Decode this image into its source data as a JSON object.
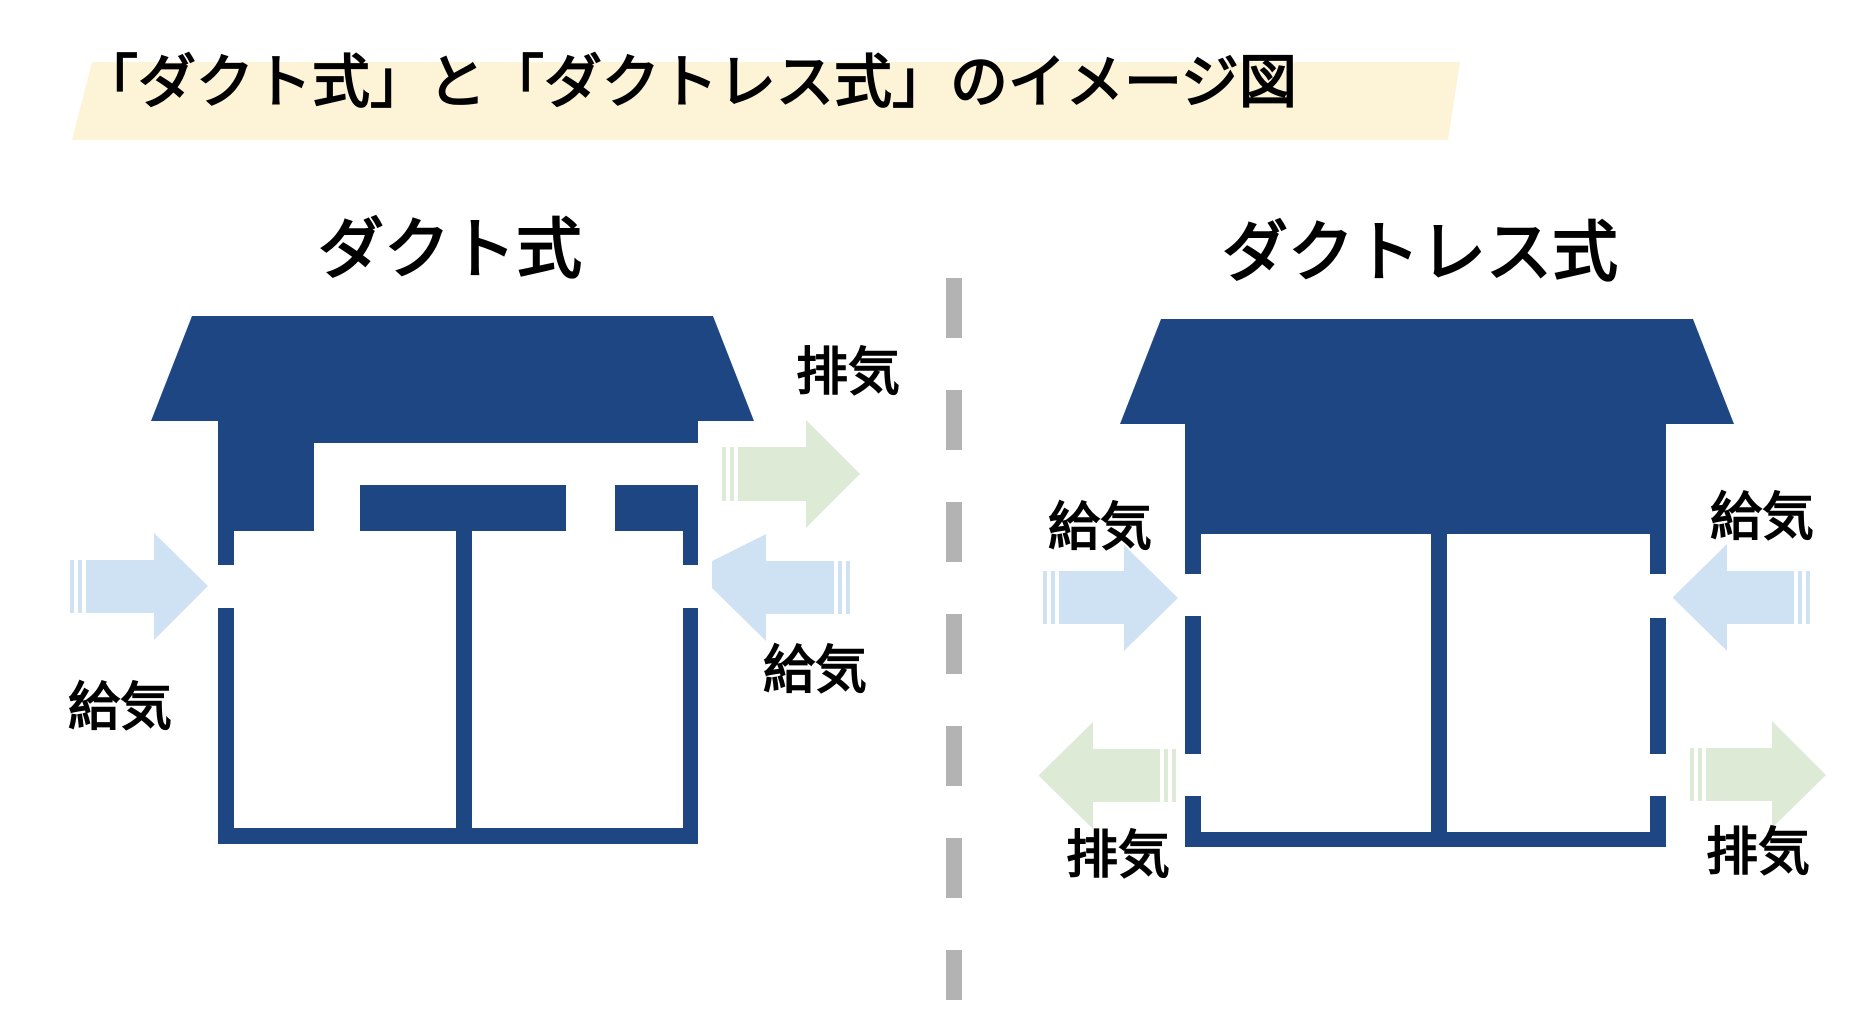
{
  "title": "「ダクト式」と「ダクトレス式」のイメージ図",
  "colors": {
    "house": "#1e4683",
    "supply_arrow": "#cfe2f3",
    "exhaust_arrow": "#dcead6",
    "divider": "#b3b3b3",
    "title_highlight": "#fdf3d6"
  },
  "duct": {
    "heading": "ダクト式",
    "label_exhaust": "排気",
    "label_supply_right": "給気",
    "label_supply_left": "給気"
  },
  "ductless": {
    "heading": "ダクトレス式",
    "label_supply_left": "給気",
    "label_supply_right": "給気",
    "label_exhaust_left": "排気",
    "label_exhaust_right": "排気"
  }
}
